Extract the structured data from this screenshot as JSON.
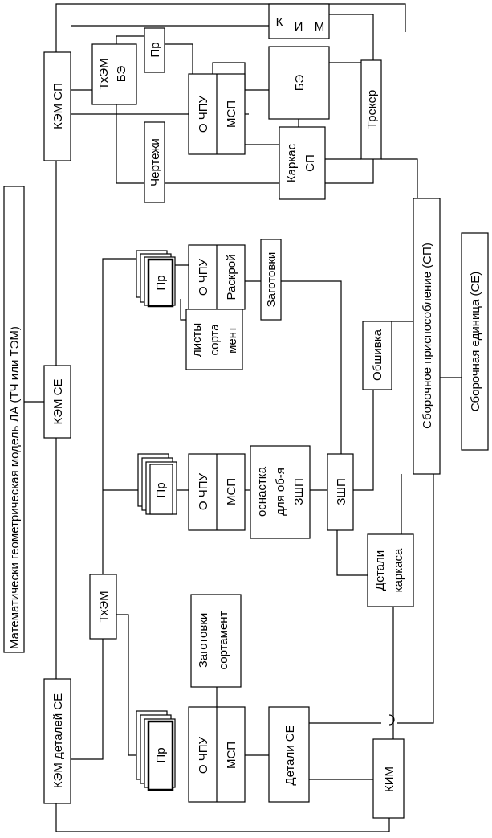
{
  "model": "Математически геометрическая модель ЛА (ТЧ или ТЭМ)",
  "kem_sp": "КЭМ СП",
  "kem_se": "КЭМ СЕ",
  "kem_det": "КЭМ деталей СЕ",
  "txem": "ТхЭМ",
  "txem_be": [
    "ТхЭМ",
    "БЭ"
  ],
  "pr": "Пр",
  "kim_k": "К",
  "kim_i": "И",
  "kim_m": "М",
  "be": "БЭ",
  "chpu": "О ЧПУ",
  "msp": "МСП",
  "raskroy": "Раскрой",
  "drawings": "Чертежи",
  "karkas_sp": [
    "Каркас",
    "СП"
  ],
  "tracker": "Трекер",
  "sp": "Сборочное приспособление (СП)",
  "se": "Сборочная единица (СЕ)",
  "sheets": [
    "листы",
    "сорта",
    "мент"
  ],
  "zagotovki": "Заготовки",
  "obshivka": "Обшивка",
  "osnastka": [
    "оснастка",
    "для об-я",
    "ЗШП"
  ],
  "zshp": "ЗШП",
  "det_karkasa": [
    "Детали",
    "каркаса"
  ],
  "zag_sort": [
    "Заготовки",
    "сортамент"
  ],
  "det_se": "Детали СЕ",
  "kim": "КИМ"
}
